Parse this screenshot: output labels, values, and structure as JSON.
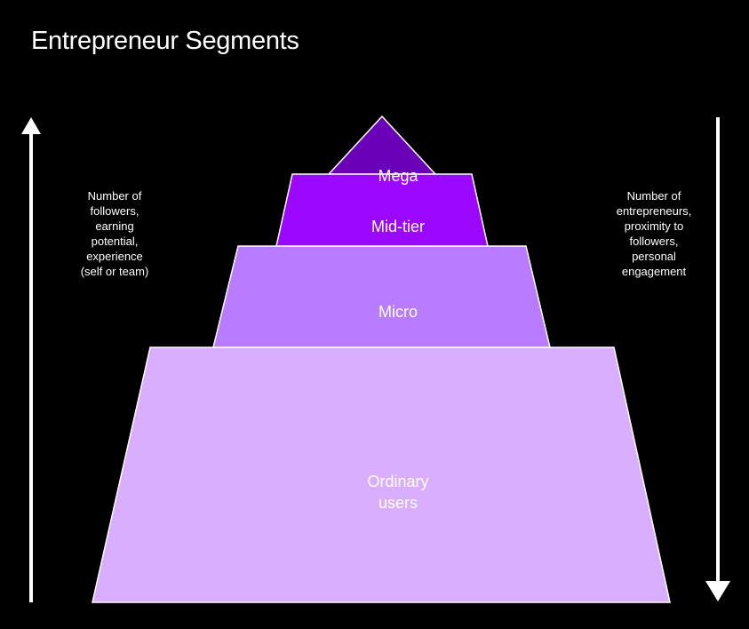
{
  "title": "Entrepreneur Segments",
  "left_axis": {
    "label": "Number of\nfollowers,\nearning\npotential,\nexperience\n(self or team)",
    "direction": "up"
  },
  "right_axis": {
    "label": "Number of\nentrepreneurs,\nproximity to\nfollowers,\npersonal\nengagement",
    "direction": "down"
  },
  "tiers": [
    {
      "name": "Mega",
      "color": "#6a00b8"
    },
    {
      "name": "Mid-tier",
      "color": "#9c08ff"
    },
    {
      "name": "Micro",
      "color": "#b97bff"
    },
    {
      "name": "Ordinary\nusers",
      "color": "#d9adff"
    }
  ],
  "colors": {
    "background": "#000000",
    "text": "#ffffff",
    "arrow": "#ffffff",
    "segment_border": "#ffffff"
  }
}
